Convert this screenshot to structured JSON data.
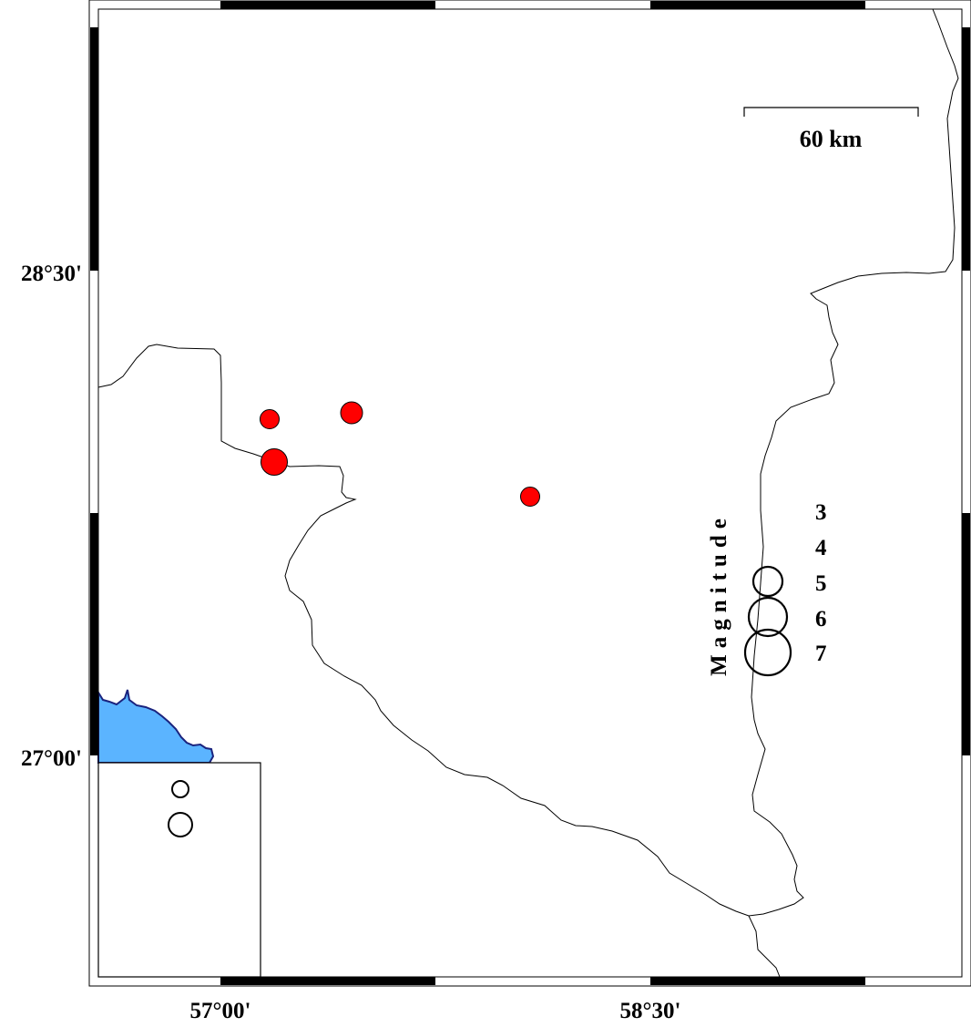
{
  "map": {
    "lat_labels": [
      "28°30'",
      "27°00'"
    ],
    "lon_labels": [
      "57°00'",
      "58°30'"
    ],
    "scale_bar": {
      "label": "60 km"
    },
    "legend": {
      "title": "Magnitude",
      "magnitudes": [
        "3",
        "4",
        "5",
        "6",
        "7"
      ]
    },
    "colors": {
      "event_fill": "#ff0000",
      "sea_fill": "#5bb4ff",
      "coast_stroke": "#1a237e",
      "frame": "#000000",
      "background": "#ffffff"
    },
    "events": [
      {
        "magnitude": 4.2
      },
      {
        "magnitude": 4.5
      },
      {
        "magnitude": 5.0
      },
      {
        "magnitude": 4.2
      }
    ]
  }
}
